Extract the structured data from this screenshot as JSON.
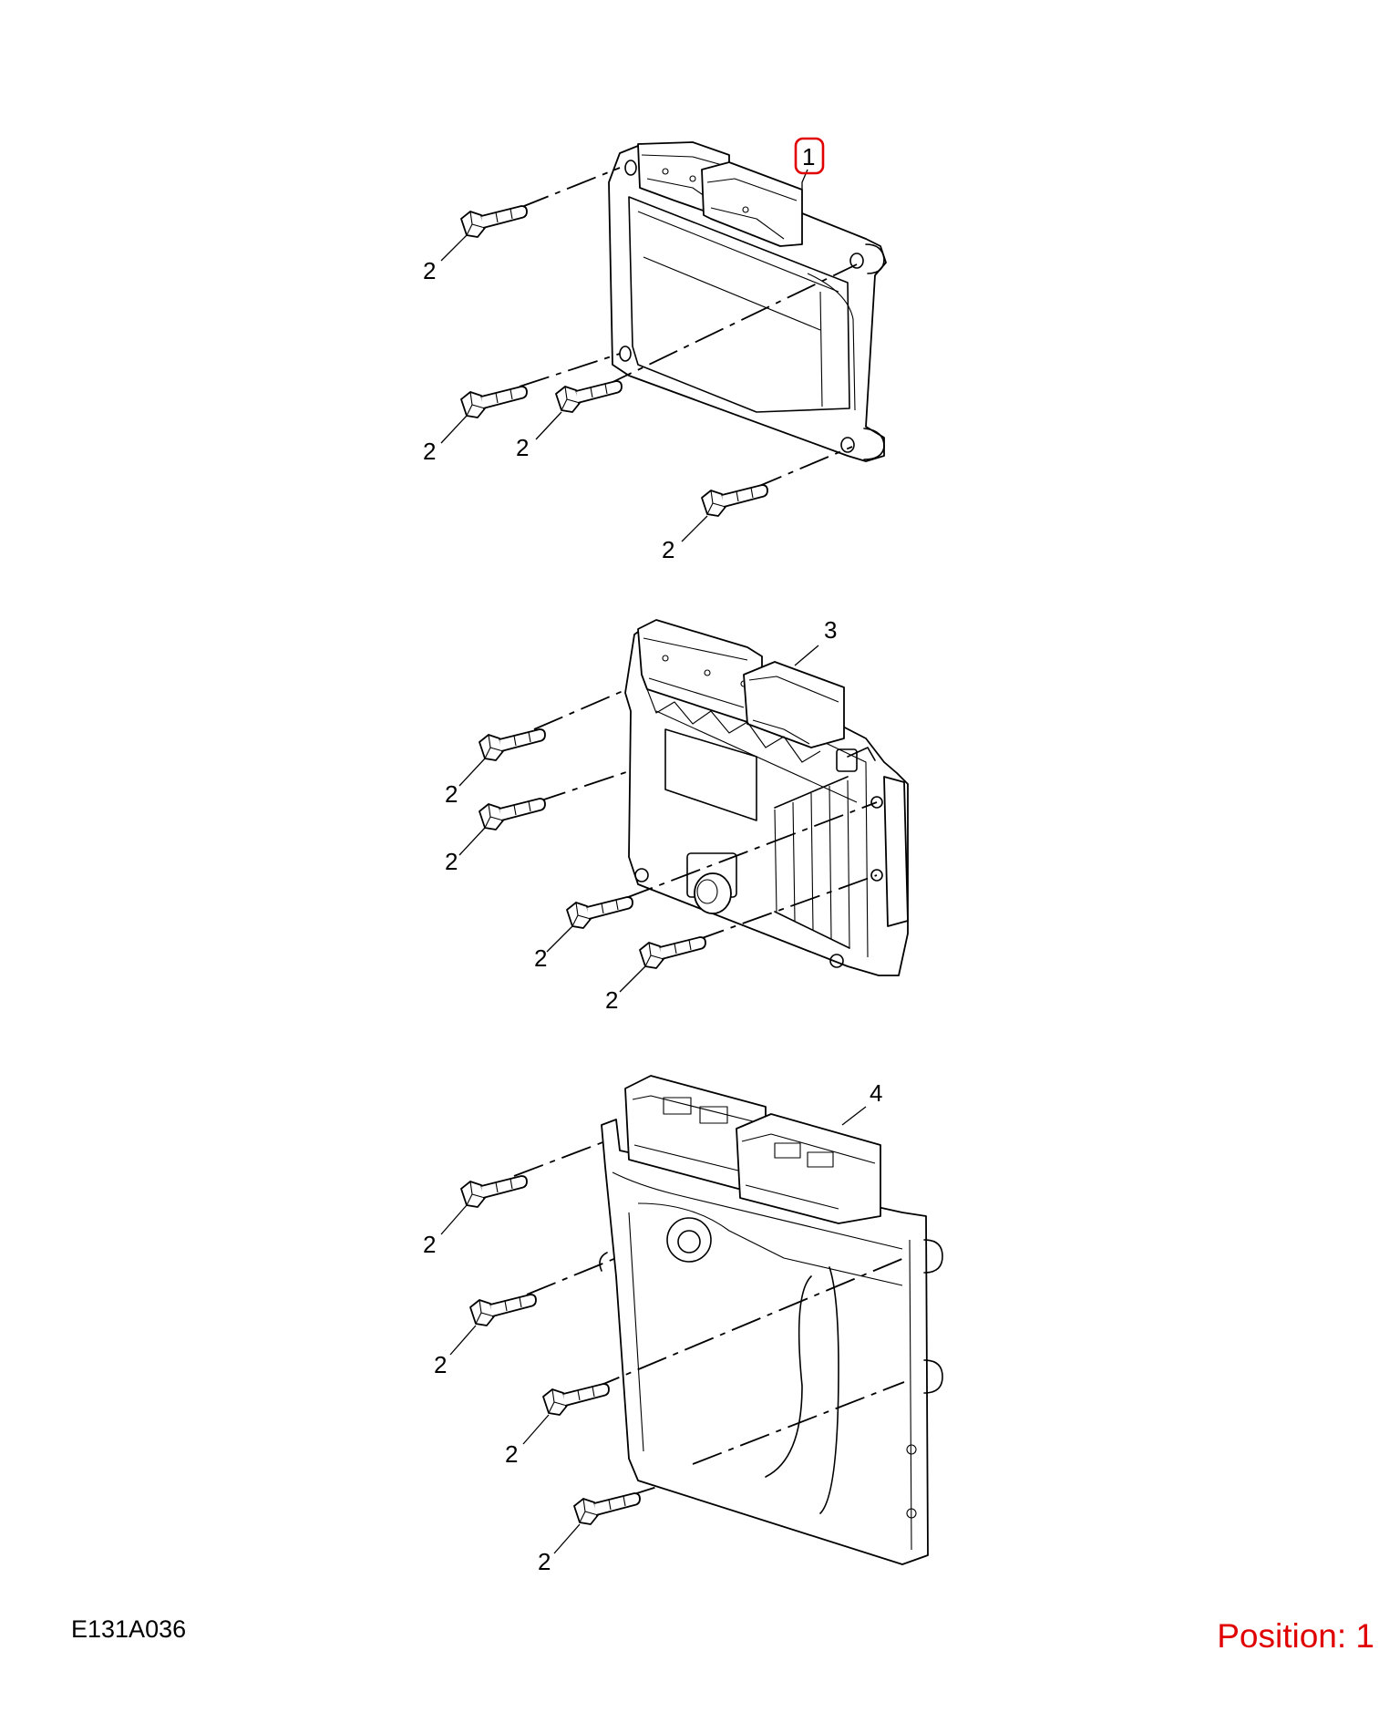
{
  "drawing_code": "E131A036",
  "position_label": "Position: 1",
  "highlight_color": "#e00000",
  "callouts": {
    "ecu_1": "1",
    "ecu_3": "3",
    "ecu_4": "4",
    "bolt": "2"
  }
}
